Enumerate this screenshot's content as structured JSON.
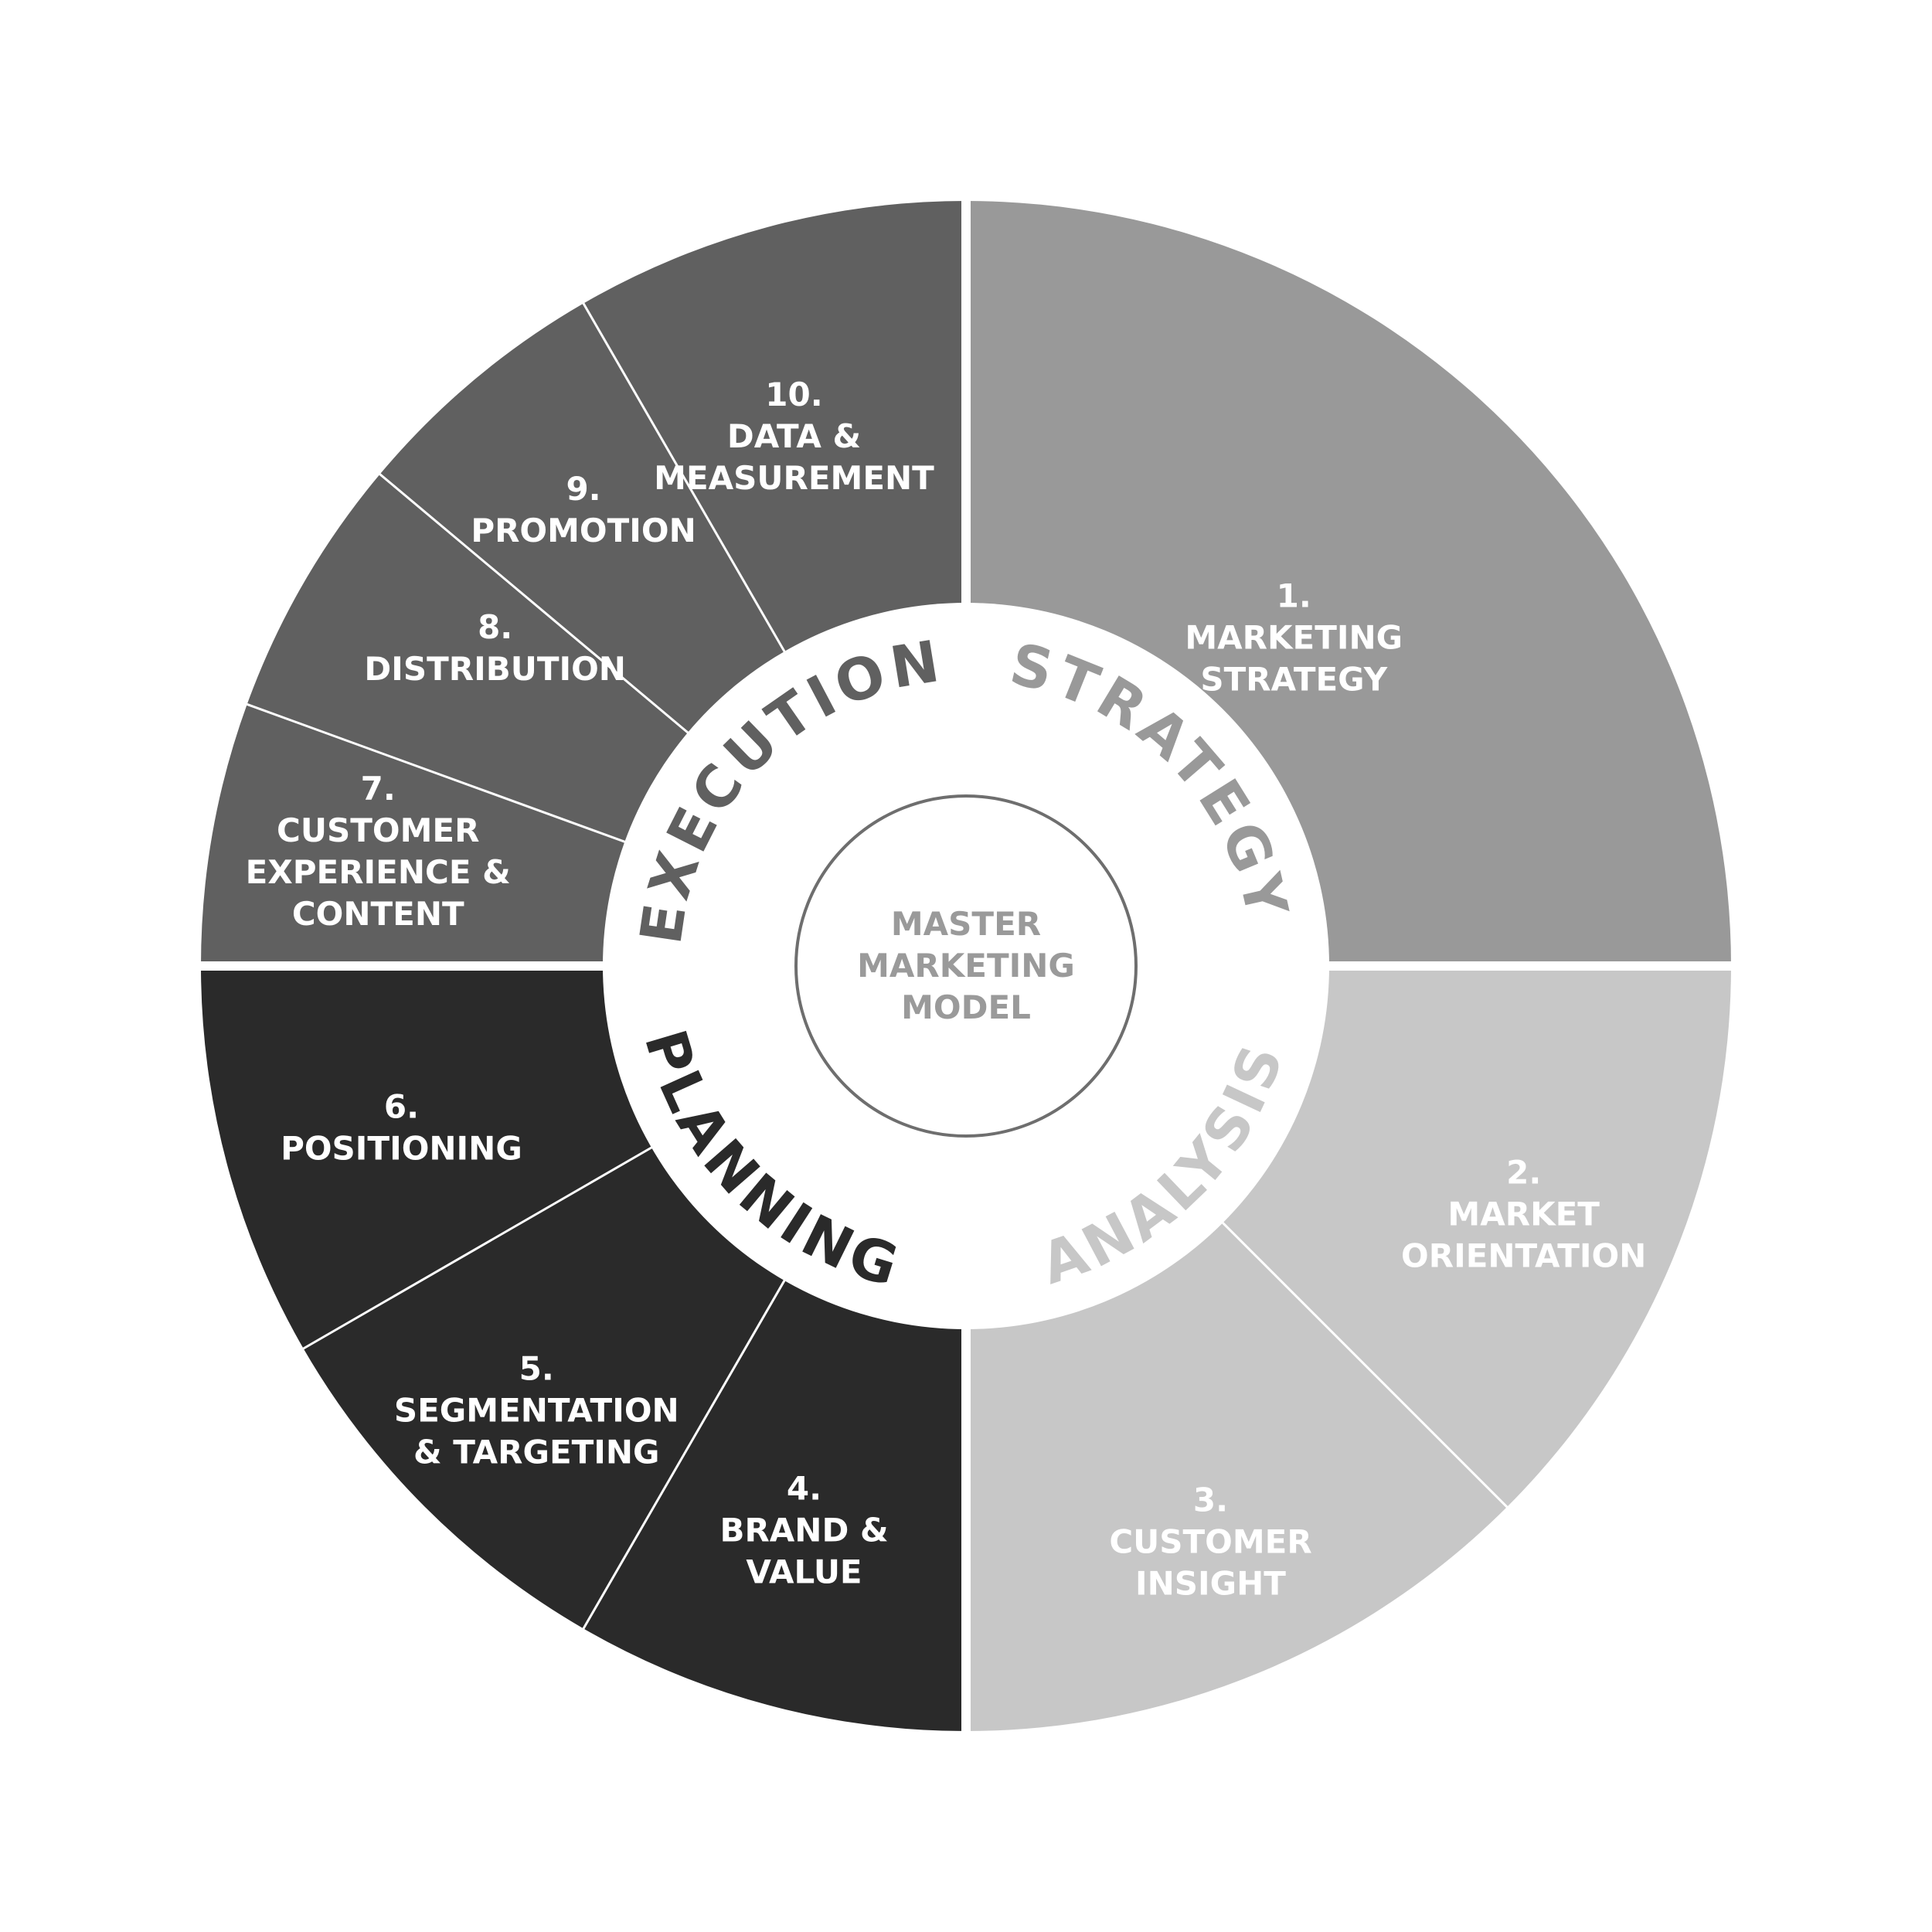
{
  "center": {
    "lines": [
      "MASTER",
      "MARKETING",
      "MODEL"
    ],
    "color": "#9a9a9a"
  },
  "phases": [
    {
      "key": "strategy",
      "label": "STRATEGY",
      "color": "#999999",
      "segments": [
        1
      ]
    },
    {
      "key": "analysis",
      "label": "ANALYSIS",
      "color": "#c7c7c7",
      "segments": [
        2,
        3
      ]
    },
    {
      "key": "planning",
      "label": "PLANNING",
      "color": "#2a2a2a",
      "segments": [
        4,
        5,
        6
      ]
    },
    {
      "key": "execution",
      "label": "EXECUTION",
      "color": "#606060",
      "segments": [
        7,
        8,
        9,
        10
      ]
    }
  ],
  "segments": [
    {
      "id": 1,
      "number": "1.",
      "lines": [
        "MARKETING",
        "STRATEGY"
      ],
      "fill": "#999999",
      "text_color": "#ffffff"
    },
    {
      "id": 2,
      "number": "2.",
      "lines": [
        "MARKET",
        "ORIENTATION"
      ],
      "fill": "#c7c7c7",
      "text_color": "#ffffff"
    },
    {
      "id": 3,
      "number": "3.",
      "lines": [
        "CUSTOMER",
        "INSIGHT"
      ],
      "fill": "#c7c7c7",
      "text_color": "#ffffff"
    },
    {
      "id": 4,
      "number": "4.",
      "lines": [
        "BRAND &",
        "VALUE"
      ],
      "fill": "#2a2a2a",
      "text_color": "#ffffff"
    },
    {
      "id": 5,
      "number": "5.",
      "lines": [
        "SEGMENTATION",
        "& TARGETING"
      ],
      "fill": "#2a2a2a",
      "text_color": "#ffffff"
    },
    {
      "id": 6,
      "number": "6.",
      "lines": [
        "POSITIONING"
      ],
      "fill": "#2a2a2a",
      "text_color": "#ffffff"
    },
    {
      "id": 7,
      "number": "7.",
      "lines": [
        "CUSTOMER",
        "EXPERIENCE &",
        "CONTENT"
      ],
      "fill": "#606060",
      "text_color": "#ffffff"
    },
    {
      "id": 8,
      "number": "8.",
      "lines": [
        "DISTRIBUTION"
      ],
      "fill": "#606060",
      "text_color": "#ffffff"
    },
    {
      "id": 9,
      "number": "9.",
      "lines": [
        "PROMOTION"
      ],
      "fill": "#606060",
      "text_color": "#ffffff"
    },
    {
      "id": 10,
      "number": "10.",
      "lines": [
        "DATA &",
        "MEASUREMENT"
      ],
      "fill": "#606060",
      "text_color": "#ffffff"
    }
  ],
  "colors": {
    "background": "#ffffff",
    "divider": "#ffffff",
    "center_ring_stroke": "#6e6e6e"
  }
}
